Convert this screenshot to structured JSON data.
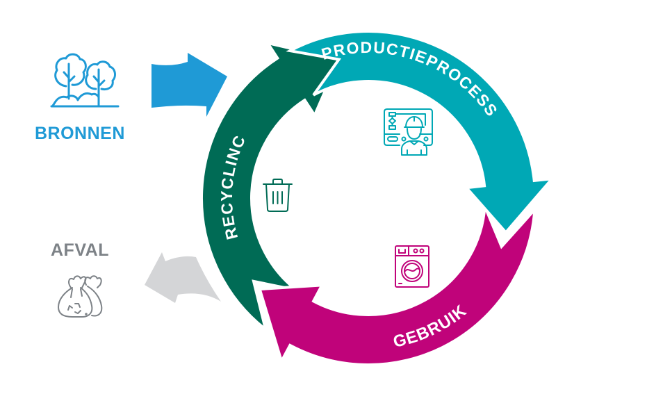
{
  "diagram": {
    "title": "Circulaire economie",
    "colors": {
      "bronnen": "#1f9ad6",
      "afval": "#7d8287",
      "afval_arrow": "#d4d5d7",
      "productieproces": "#00a8b5",
      "gebruik": "#c0037a",
      "recycling": "#006b55",
      "background": "#ffffff"
    },
    "inputs": {
      "bronnen": {
        "label": "BRONNEN",
        "icon": "trees-icon"
      },
      "afval": {
        "label": "AFVAL",
        "icon": "garbage-bags-icon"
      }
    },
    "cycle": [
      {
        "id": "productieproces",
        "label": "PRODUCTIEPROCESS",
        "icon": "engineer-control-panel-icon"
      },
      {
        "id": "gebruik",
        "label": "GEBRUIK",
        "icon": "washing-machine-icon"
      },
      {
        "id": "recycling",
        "label": "RECYCLINC",
        "icon": "trash-bin-icon"
      }
    ],
    "edges": [
      {
        "from": "bronnen",
        "to": "cycle"
      },
      {
        "from": "productieproces",
        "to": "gebruik"
      },
      {
        "from": "gebruik",
        "to": "recycling"
      },
      {
        "from": "recycling",
        "to": "productieproces"
      },
      {
        "from": "cycle",
        "to": "afval"
      }
    ]
  }
}
